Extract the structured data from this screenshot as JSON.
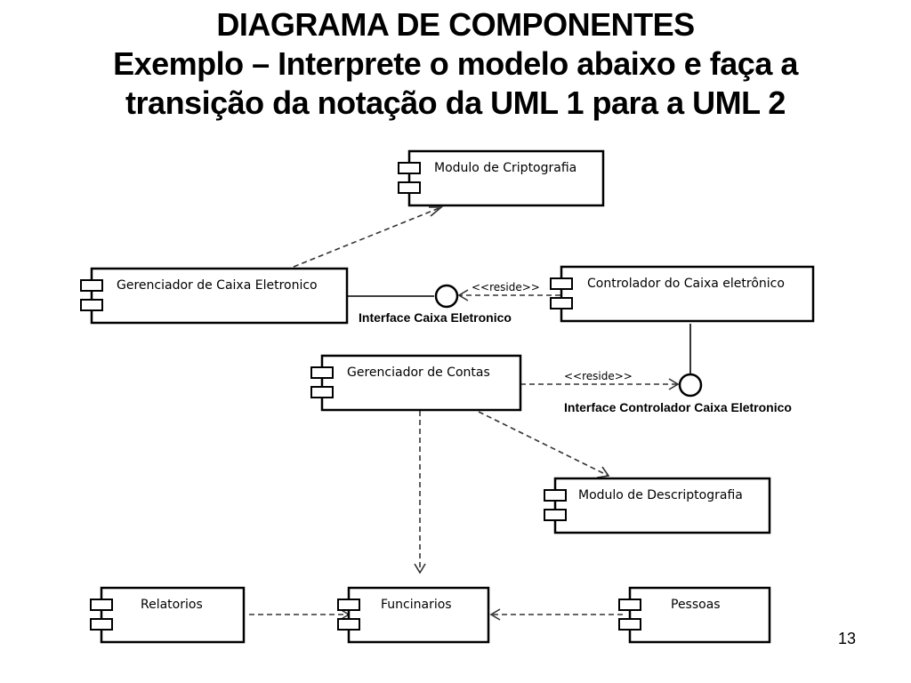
{
  "slide": {
    "title_lines": [
      "DIAGRAMA DE COMPONENTES",
      "Exemplo – Interprete o modelo abaixo e faça a",
      "transição da notação da UML 1 para a UML 2"
    ],
    "page_number": "13"
  },
  "components": {
    "cripto": "Modulo de Criptografia",
    "gerCaixa": "Gerenciador de Caixa Eletronico",
    "contCaixa": "Controlador do Caixa eletrônico",
    "gerContas": "Gerenciador de Contas",
    "descripto": "Modulo de Descriptografia",
    "relatorios": "Relatorios",
    "funcionarios": "Funcinarios",
    "pessoas": "Pessoas"
  },
  "interfaces": {
    "ifCaixa": "Interface Caixa Eletronico",
    "ifCont": "Interface Controlador Caixa Eletronico"
  },
  "stereotypes": {
    "reside1": "<<reside>>",
    "reside2": "<<reside>>"
  }
}
